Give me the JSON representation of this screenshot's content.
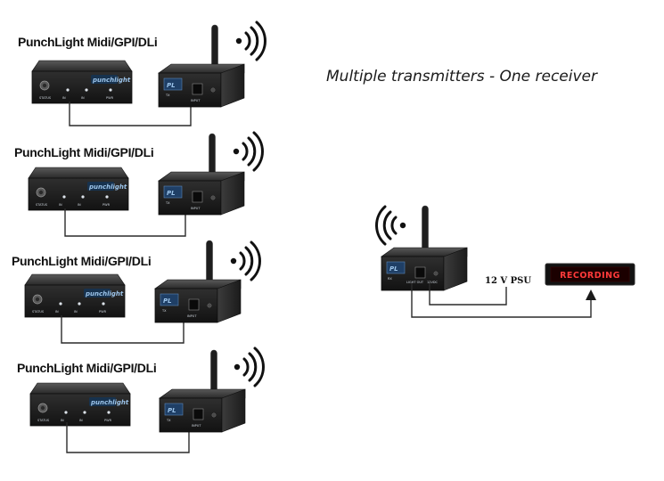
{
  "diagram": {
    "heading": "Multiple transmitters - One receiver",
    "transmitter_groups": [
      {
        "unit_label": "PunchLight Midi/GPI/DLi",
        "unit_brand": "punchlight",
        "unit_ports": [
          "STATUS",
          "IN",
          "IN",
          "PWR"
        ],
        "transmitter_badge": "PL",
        "transmitter_code": "TX",
        "transmitter_port": "INPUT"
      },
      {
        "unit_label": "PunchLight Midi/GPI/DLi",
        "unit_brand": "punchlight",
        "unit_ports": [
          "STATUS",
          "IN",
          "IN",
          "PWR"
        ],
        "transmitter_badge": "PL",
        "transmitter_code": "TX",
        "transmitter_port": "INPUT"
      },
      {
        "unit_label": "PunchLight Midi/GPI/DLi",
        "unit_brand": "punchlight",
        "unit_ports": [
          "STATUS",
          "IN",
          "IN",
          "PWR"
        ],
        "transmitter_badge": "PL",
        "transmitter_code": "TX",
        "transmitter_port": "INPUT"
      },
      {
        "unit_label": "PunchLight Midi/GPI/DLi",
        "unit_brand": "punchlight",
        "unit_ports": [
          "STATUS",
          "IN",
          "IN",
          "PWR"
        ],
        "transmitter_badge": "PL",
        "transmitter_code": "TX",
        "transmitter_port": "INPUT"
      }
    ],
    "receiver": {
      "badge": "PL",
      "code": "RX",
      "ports": [
        "LIGHT OUT",
        "12VDC"
      ]
    },
    "psu_label": "12 V PSU",
    "sign_text": "RECORDING",
    "icons": {
      "wireless": "wireless-signal-icon",
      "antenna": "antenna-icon"
    },
    "colors": {
      "device_body": "#1c1c1c",
      "cable": "#2a2a2a",
      "sign_text": "#ff3a3a",
      "brand_accent": "#3a78c2"
    }
  }
}
